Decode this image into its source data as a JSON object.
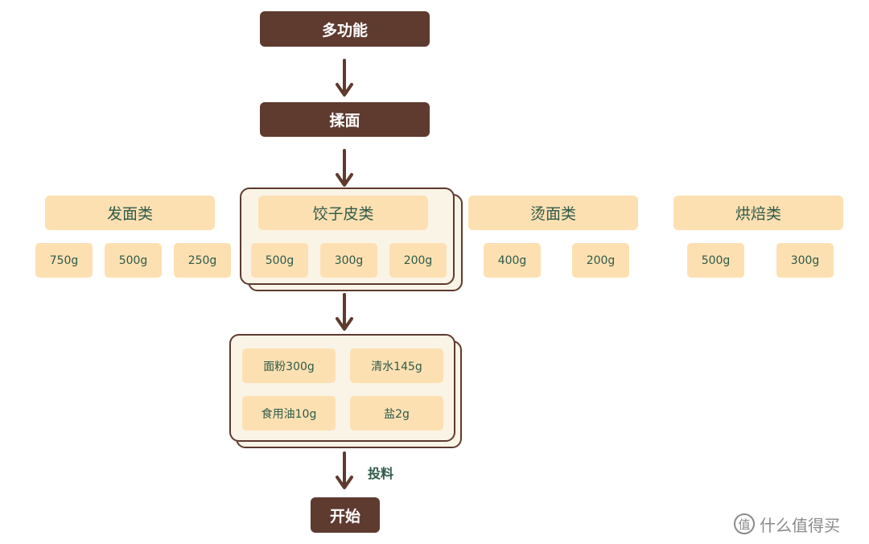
{
  "nodes": {
    "multi": "多功能",
    "knead": "揉面",
    "start": "开始"
  },
  "categories": {
    "leavened": {
      "label": "发面类",
      "weights": [
        "750g",
        "500g",
        "250g"
      ]
    },
    "dumpling": {
      "label": "饺子皮类",
      "weights": [
        "500g",
        "300g",
        "200g"
      ]
    },
    "scald": {
      "label": "烫面类",
      "weights": [
        "400g",
        "200g"
      ]
    },
    "baking": {
      "label": "烘焙类",
      "weights": [
        "500g",
        "300g"
      ]
    }
  },
  "ingredients": [
    "面粉300g",
    "清水145g",
    "食用油10g",
    "盐2g"
  ],
  "step_label": "投料",
  "watermark": {
    "glyph": "值",
    "text": "什么值得买"
  },
  "colors": {
    "dark_brown": "#5e3a2f",
    "peach": "#fde0b2",
    "panel_bg": "#faf4e6",
    "text_green": "#2f5a49"
  }
}
